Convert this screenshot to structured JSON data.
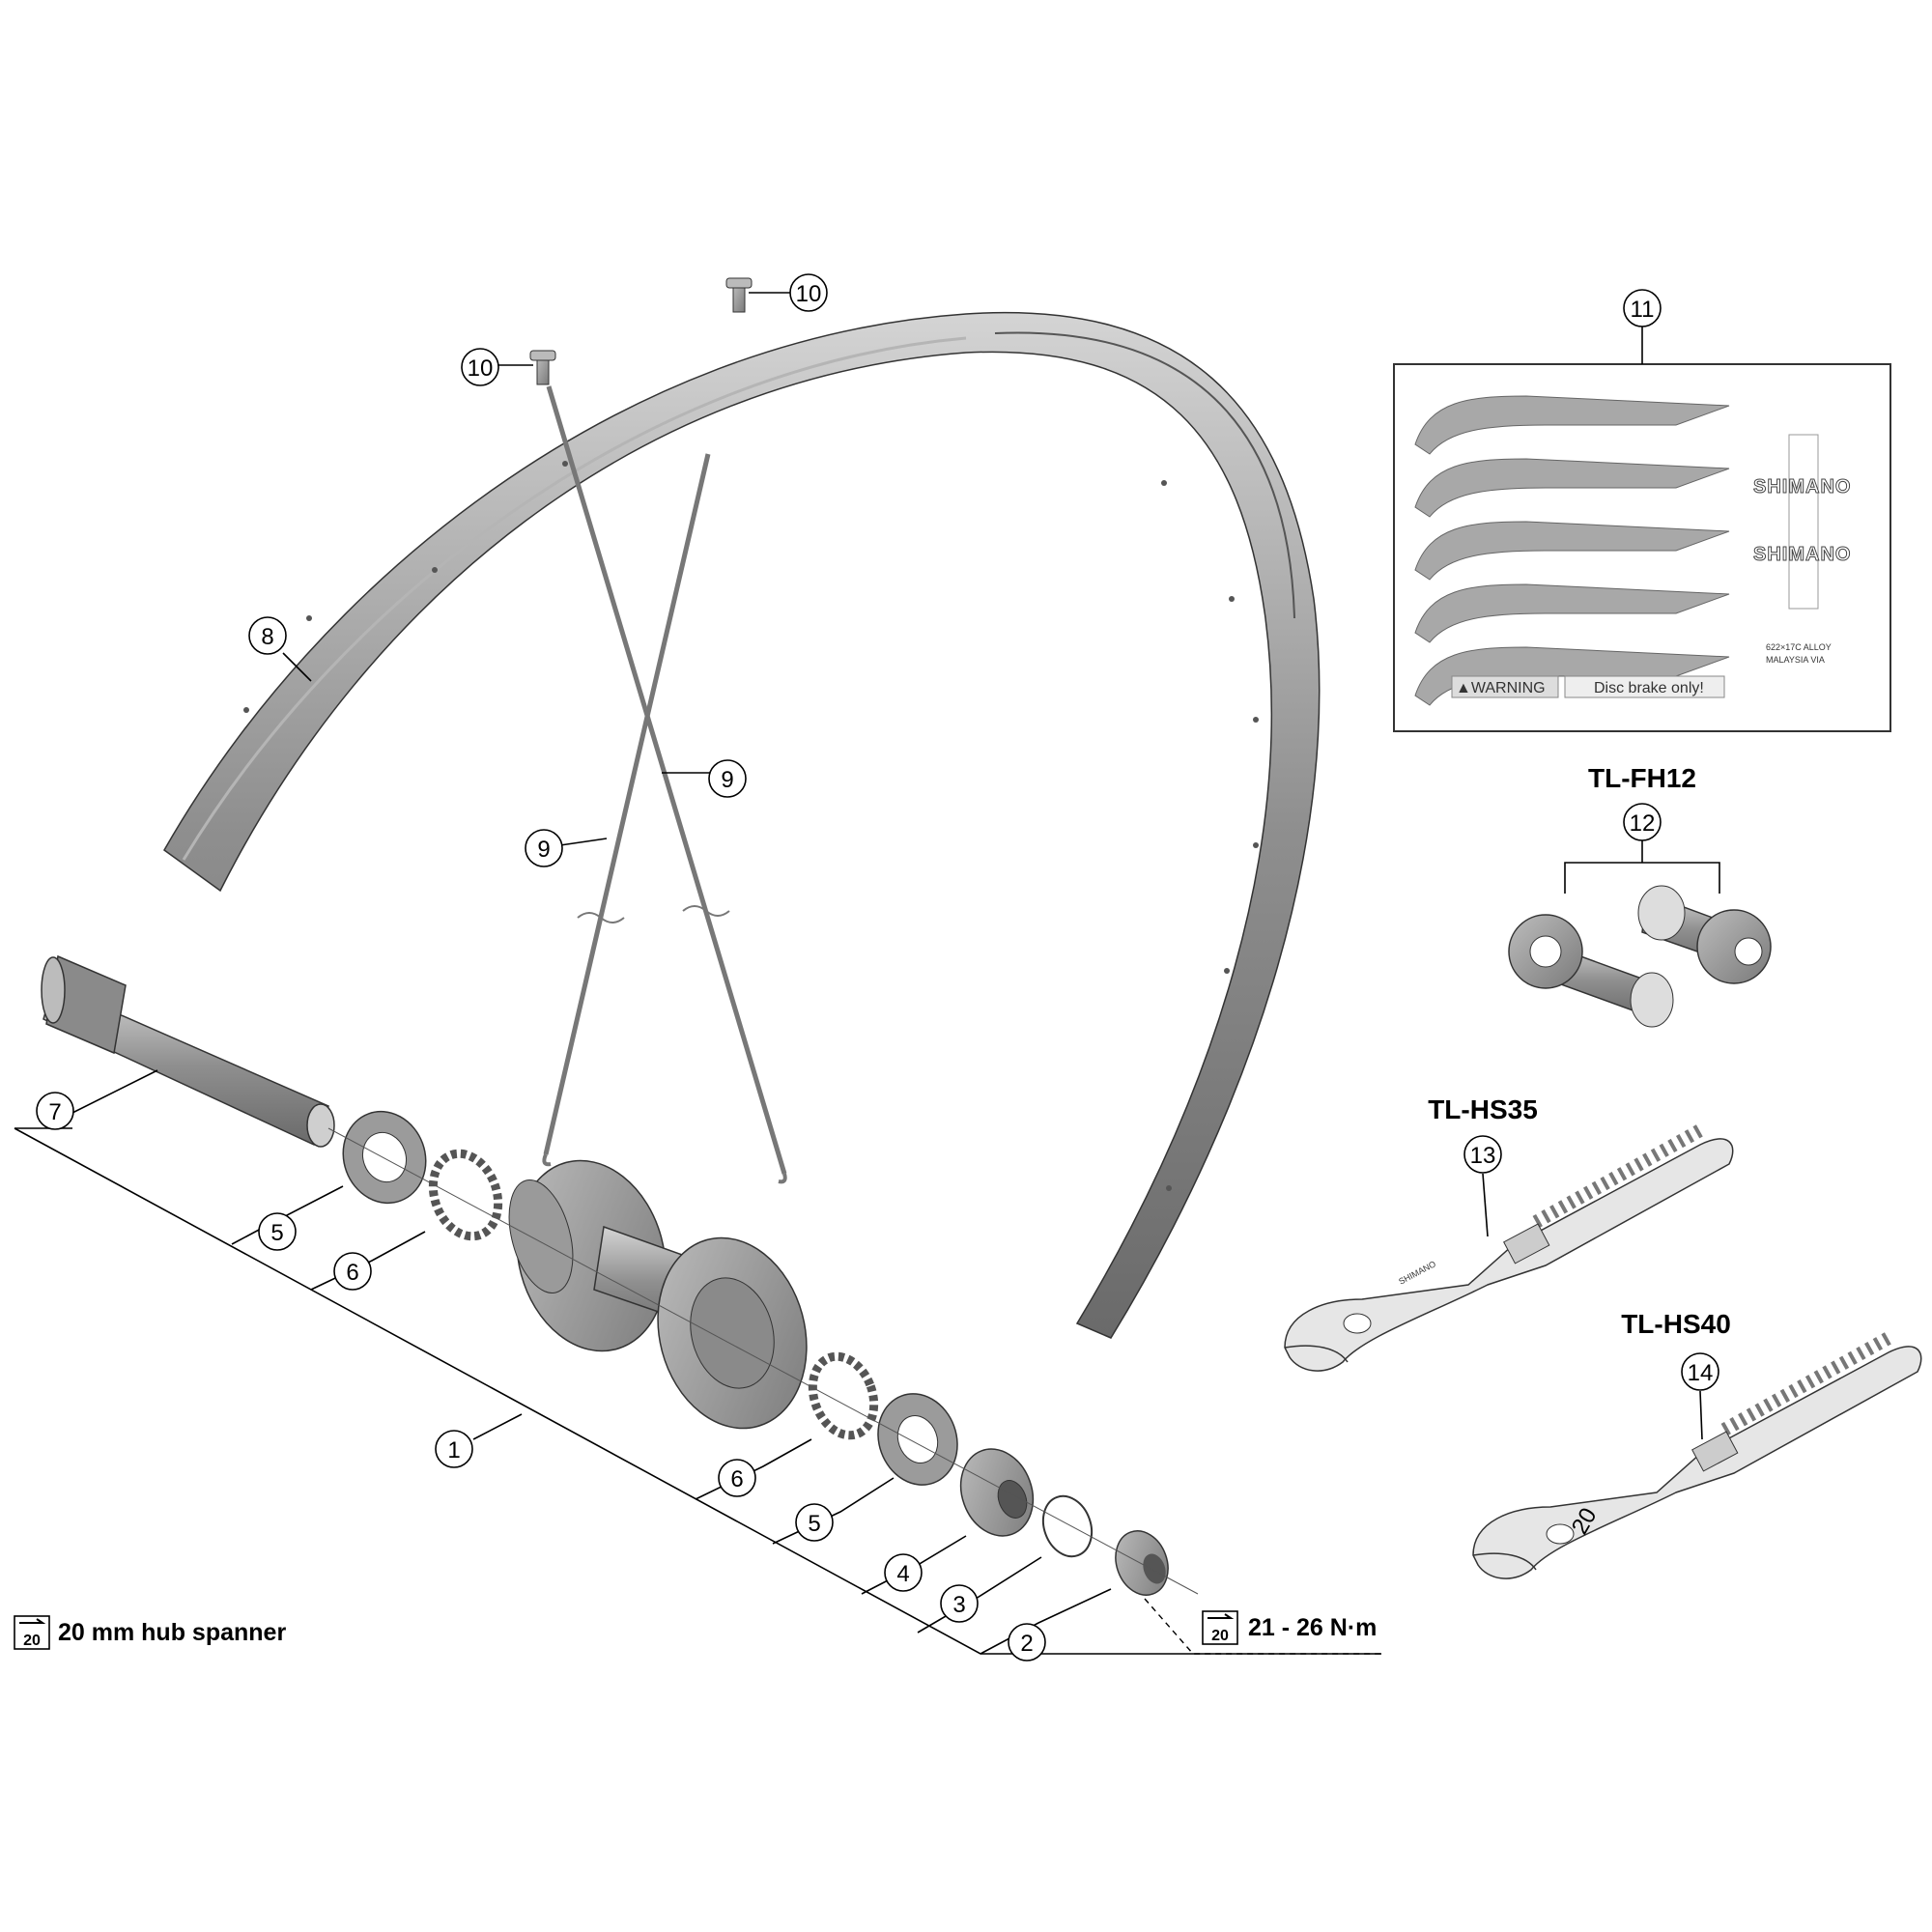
{
  "callouts": [
    "1",
    "2",
    "3",
    "4",
    "5",
    "6",
    "7",
    "8",
    "9",
    "10",
    "11",
    "12",
    "13",
    "14"
  ],
  "tools": {
    "fh12": "TL-FH12",
    "hs35": "TL-HS35",
    "hs40": "TL-HS40"
  },
  "notes": {
    "spanner_icon": "20",
    "spanner": "20 mm hub spanner",
    "torque_icon": "20",
    "torque": "21 - 26 N·m"
  },
  "decal": {
    "warning": "▲WARNING",
    "disc": "Disc brake only!",
    "spec_line1": "622×17C ALLOY",
    "spec_line2": "MALAYSIA  VIA"
  },
  "wrench_mark": "20",
  "colors": {
    "part_fill": "#9a9a9a",
    "part_dark": "#6f6f6f",
    "part_light": "#c8c8c8",
    "decal_fill": "#a8a8a8"
  }
}
